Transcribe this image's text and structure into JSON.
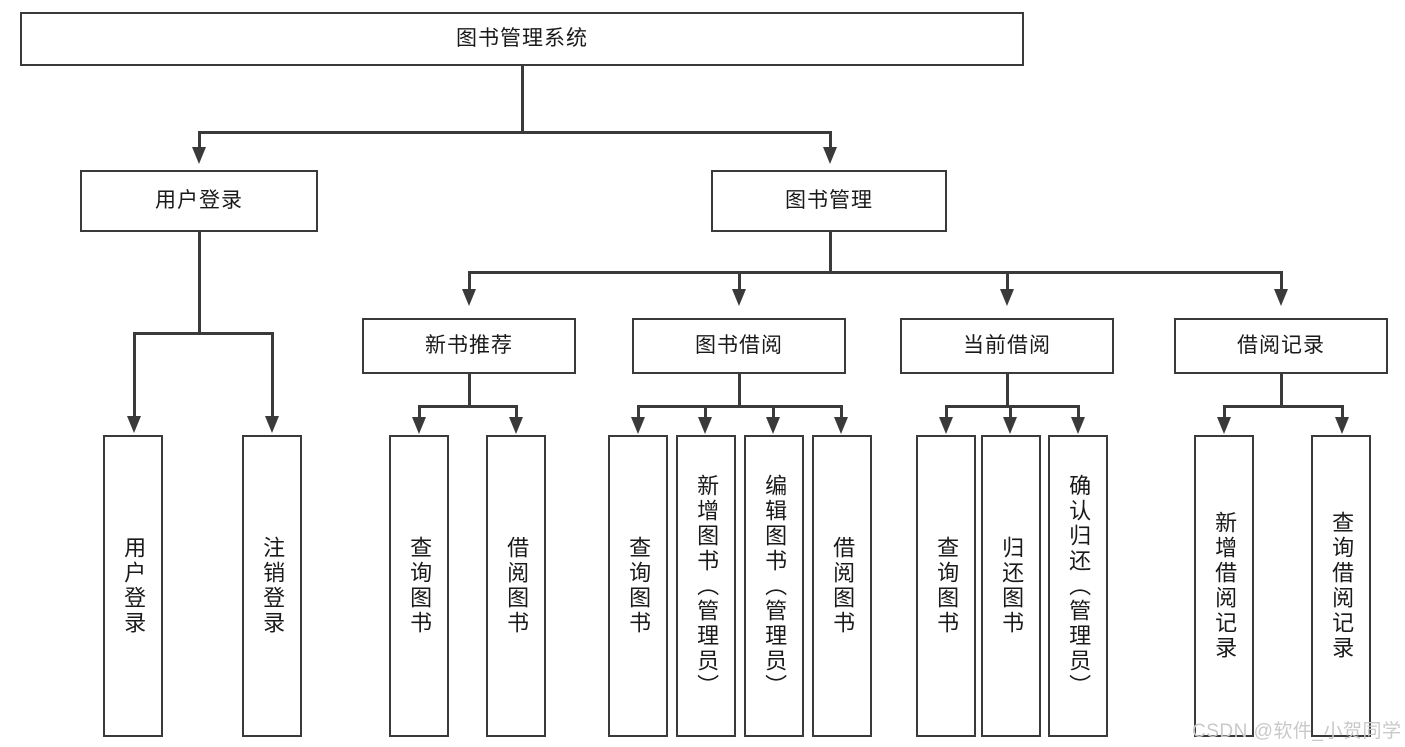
{
  "diagram": {
    "type": "tree",
    "title": "图书管理系统",
    "orientation": "top-down",
    "colors": {
      "stroke": "#3a3a3a",
      "fill": "#ffffff",
      "text": "#1a1a1a",
      "watermark": "#c9c9c9"
    },
    "root": {
      "label": "图书管理系统"
    },
    "level2": [
      {
        "label": "用户登录"
      },
      {
        "label": "图书管理"
      }
    ],
    "level3": [
      {
        "label": "新书推荐"
      },
      {
        "label": "图书借阅"
      },
      {
        "label": "当前借阅"
      },
      {
        "label": "借阅记录"
      }
    ],
    "leaves": {
      "user_login": [
        {
          "label": "用户登录"
        },
        {
          "label": "注销登录"
        }
      ],
      "new_book_recommend": [
        {
          "label": "查询图书"
        },
        {
          "label": "借阅图书"
        }
      ],
      "book_borrow": [
        {
          "label": "查询图书"
        },
        {
          "label": "新增图书（管理员）"
        },
        {
          "label": "编辑图书（管理员）"
        },
        {
          "label": "借阅图书"
        }
      ],
      "current_borrow": [
        {
          "label": "查询图书"
        },
        {
          "label": "归还图书"
        },
        {
          "label": "确认归还（管理员）"
        }
      ],
      "borrow_record": [
        {
          "label": "新增借阅记录"
        },
        {
          "label": "查询借阅记录"
        }
      ]
    }
  },
  "watermark": {
    "text": "CSDN @软件_小贺同学"
  }
}
